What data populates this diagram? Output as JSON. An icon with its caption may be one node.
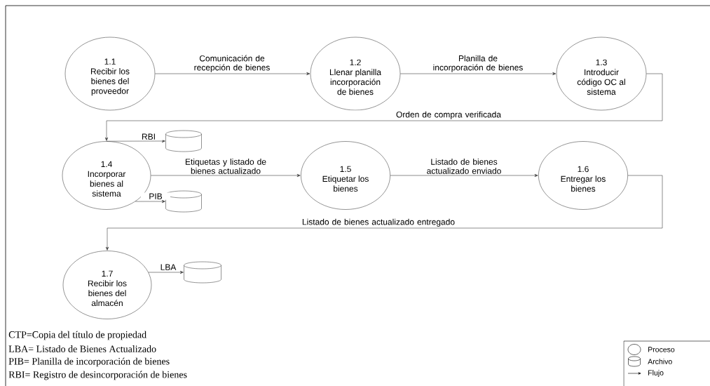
{
  "diagram": {
    "nodes": [
      {
        "text": [
          "1.1",
          "Recibir los bienes del proveedor"
        ]
      },
      {
        "text": [
          "1.2",
          "Llenar planilla incorporación de bienes"
        ]
      },
      {
        "text": [
          "1.3",
          "Introducir código OC al sistema"
        ]
      },
      {
        "text": [
          "1.4",
          "Incorporar bienes al sistema"
        ]
      },
      {
        "text": [],
        "shape": "cylinder"
      },
      {
        "text": [],
        "shape": "cylinder"
      },
      {
        "text": [
          "1.5",
          "Etiquetar los bienes"
        ]
      },
      {
        "text": [
          "1.6",
          "Entregar los bienes"
        ]
      },
      {
        "text": [
          "1.7",
          "Recibir los bienes del almacén"
        ]
      },
      {
        "text": [],
        "shape": "cylinder"
      }
    ],
    "edges": [
      {
        "from": 0,
        "to": 1,
        "arrow": "to",
        "label": "Comunicación de recepción de bienes"
      },
      {
        "from": 1,
        "to": 2,
        "arrow": "to",
        "label": "Planilla de incorporación de bienes"
      },
      {
        "from": 2,
        "to": 3,
        "arrow": "to",
        "label": "Orden de compra verificada"
      },
      {
        "from": 3,
        "to": 4,
        "arrow": "to",
        "label": "RBI"
      },
      {
        "from": 3,
        "to": 5,
        "arrow": "to",
        "label": "PIB"
      },
      {
        "from": 3,
        "to": 6,
        "arrow": "to",
        "label": "Etiquetas y listado de bienes actualizado"
      },
      {
        "from": 6,
        "to": 7,
        "arrow": "to",
        "label": "Listado de bienes actualizado enviado"
      },
      {
        "from": 7,
        "to": 8,
        "arrow": "to",
        "label": "Listado de bienes actualizado entregado"
      },
      {
        "from": 8,
        "to": 9,
        "arrow": "to",
        "label": "LBA"
      }
    ],
    "labels": [
      "CTP=Copia del título de propiedad",
      "LBA= Listado de Bienes Actualizado",
      "PIB= Planilla de incorporación de bienes",
      "RBI= Registro de desincorporación de bienes"
    ],
    "legend": [
      {
        "text": "Proceso"
      },
      {
        "text": "Archivo"
      },
      {
        "text": "Flujo"
      }
    ]
  }
}
